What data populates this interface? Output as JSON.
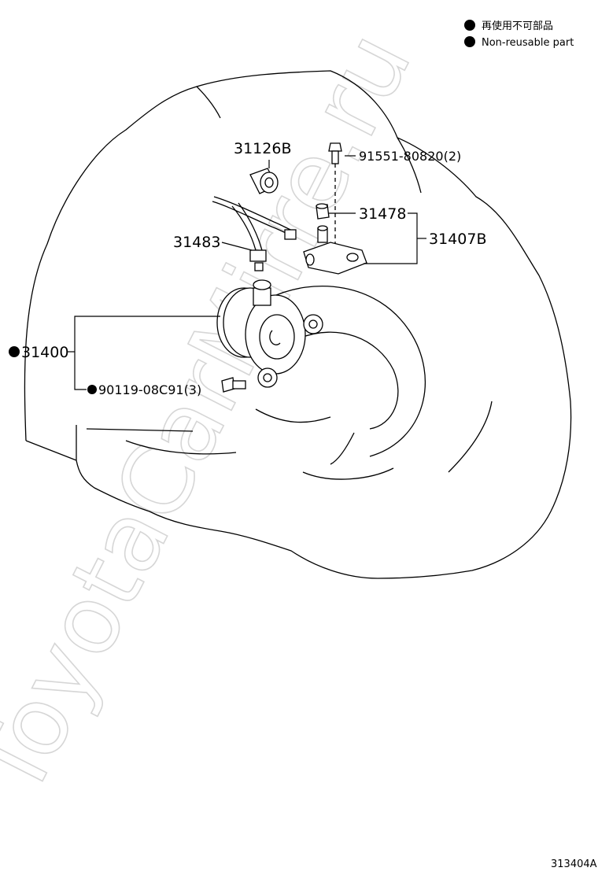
{
  "legend": {
    "items": [
      {
        "text": "再使用不可部品",
        "marker": "filled-circle"
      },
      {
        "text": "Non-reusable part",
        "marker": "filled-circle"
      }
    ]
  },
  "parts": {
    "p31126B": "31126B",
    "p91551": "91551-80820(2)",
    "p31478": "31478",
    "p31407B": "31407B",
    "p31483": "31483",
    "p31400": "31400",
    "p90119": "90119-08C91(3)"
  },
  "diagram_code": "313404A",
  "watermark": "ToyotaCarMirre.ru",
  "colors": {
    "line": "#000000",
    "watermark": "#d6d6d6"
  }
}
